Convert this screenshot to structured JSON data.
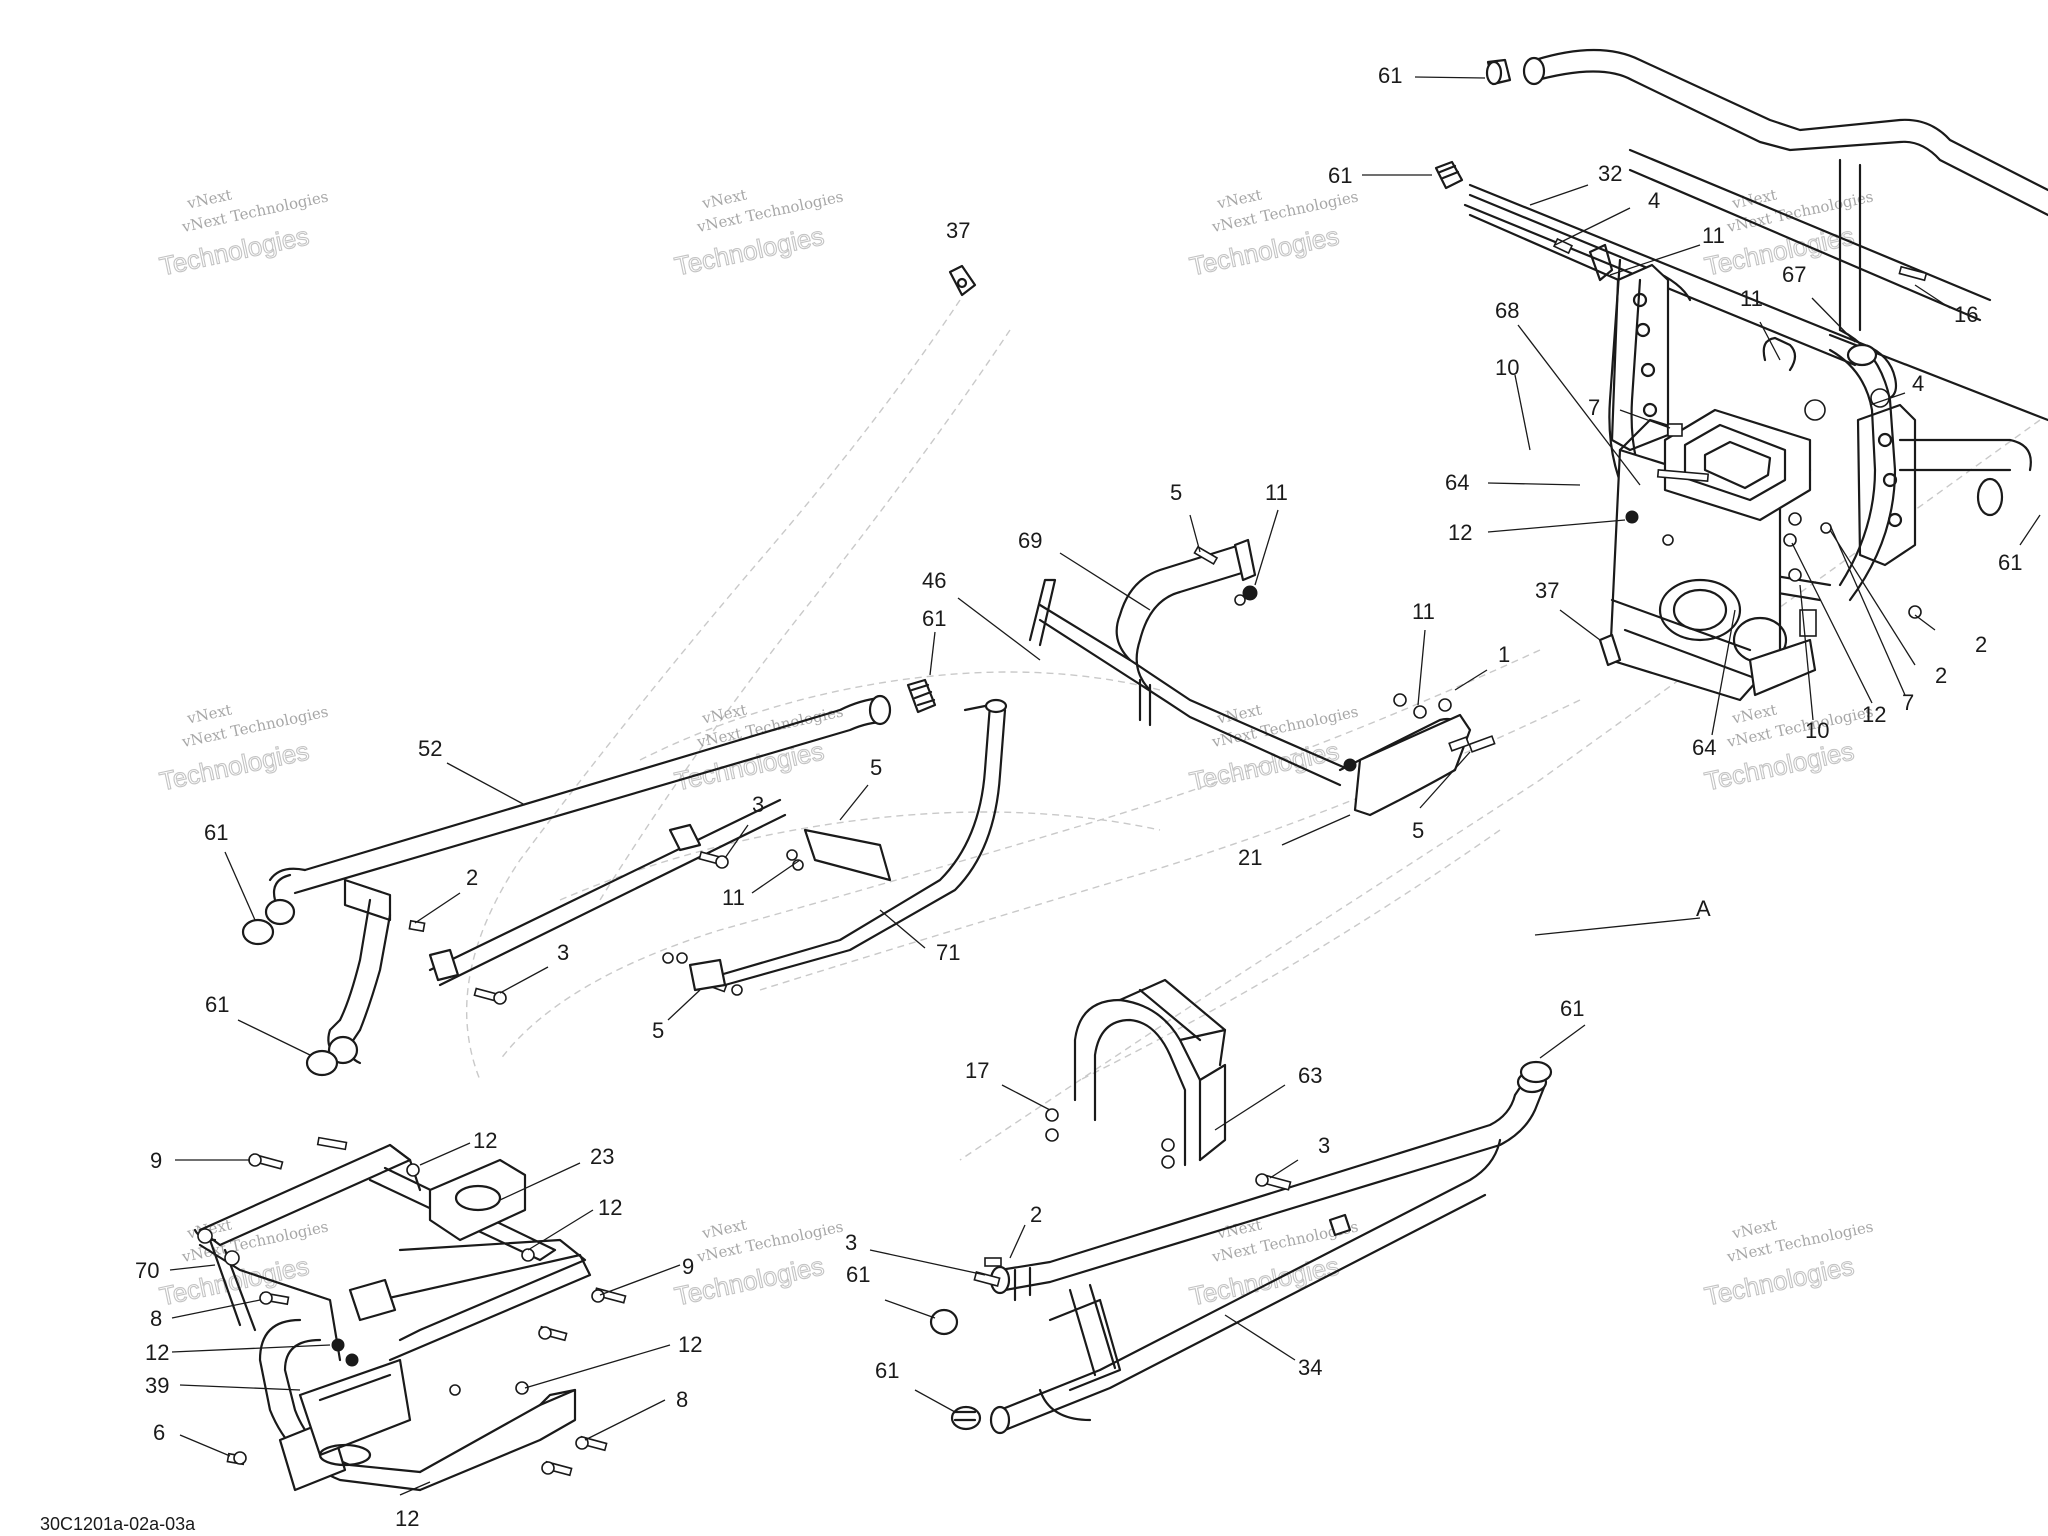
{
  "diagram_code": "30C1201a-02a-03a",
  "watermark": {
    "brand": "vNext",
    "line1": "vNext Technologies",
    "line2": "Technologies"
  },
  "callouts": [
    {
      "id": "c01",
      "text": "61"
    },
    {
      "id": "c02",
      "text": "61"
    },
    {
      "id": "c03",
      "text": "32"
    },
    {
      "id": "c04",
      "text": "4"
    },
    {
      "id": "c05",
      "text": "11"
    },
    {
      "id": "c06",
      "text": "67"
    },
    {
      "id": "c07",
      "text": "16"
    },
    {
      "id": "c08",
      "text": "11"
    },
    {
      "id": "c09",
      "text": "68"
    },
    {
      "id": "c10",
      "text": "10"
    },
    {
      "id": "c11",
      "text": "4"
    },
    {
      "id": "c12",
      "text": "7"
    },
    {
      "id": "c13",
      "text": "64"
    },
    {
      "id": "c14",
      "text": "12"
    },
    {
      "id": "c15",
      "text": "61"
    },
    {
      "id": "c16",
      "text": "37"
    },
    {
      "id": "c17",
      "text": "2"
    },
    {
      "id": "c18",
      "text": "2"
    },
    {
      "id": "c19",
      "text": "7"
    },
    {
      "id": "c20",
      "text": "12"
    },
    {
      "id": "c21",
      "text": "10"
    },
    {
      "id": "c22",
      "text": "64"
    },
    {
      "id": "c23",
      "text": "37"
    },
    {
      "id": "c24",
      "text": "5"
    },
    {
      "id": "c25",
      "text": "11"
    },
    {
      "id": "c26",
      "text": "69"
    },
    {
      "id": "c27",
      "text": "46"
    },
    {
      "id": "c28",
      "text": "61"
    },
    {
      "id": "c29",
      "text": "11"
    },
    {
      "id": "c30",
      "text": "1"
    },
    {
      "id": "c31",
      "text": "5"
    },
    {
      "id": "c32",
      "text": "21"
    },
    {
      "id": "c33",
      "text": "52"
    },
    {
      "id": "c34",
      "text": "5"
    },
    {
      "id": "c35",
      "text": "3"
    },
    {
      "id": "c36",
      "text": "61"
    },
    {
      "id": "c37",
      "text": "2"
    },
    {
      "id": "c38",
      "text": "11"
    },
    {
      "id": "c39",
      "text": "3"
    },
    {
      "id": "c40",
      "text": "71"
    },
    {
      "id": "c41",
      "text": "61"
    },
    {
      "id": "c42",
      "text": "5"
    },
    {
      "id": "c43",
      "text": "A"
    },
    {
      "id": "c44",
      "text": "61"
    },
    {
      "id": "c45",
      "text": "17"
    },
    {
      "id": "c46",
      "text": "63"
    },
    {
      "id": "c47",
      "text": "3"
    },
    {
      "id": "c48",
      "text": "9"
    },
    {
      "id": "c49",
      "text": "12"
    },
    {
      "id": "c50",
      "text": "23"
    },
    {
      "id": "c51",
      "text": "12"
    },
    {
      "id": "c52",
      "text": "70"
    },
    {
      "id": "c53",
      "text": "9"
    },
    {
      "id": "c54",
      "text": "8"
    },
    {
      "id": "c55",
      "text": "12"
    },
    {
      "id": "c56",
      "text": "39"
    },
    {
      "id": "c57",
      "text": "12"
    },
    {
      "id": "c58",
      "text": "6"
    },
    {
      "id": "c59",
      "text": "8"
    },
    {
      "id": "c60",
      "text": "12"
    },
    {
      "id": "c61",
      "text": "2"
    },
    {
      "id": "c62",
      "text": "3"
    },
    {
      "id": "c63",
      "text": "61"
    },
    {
      "id": "c64",
      "text": "61"
    },
    {
      "id": "c65",
      "text": "34"
    }
  ]
}
